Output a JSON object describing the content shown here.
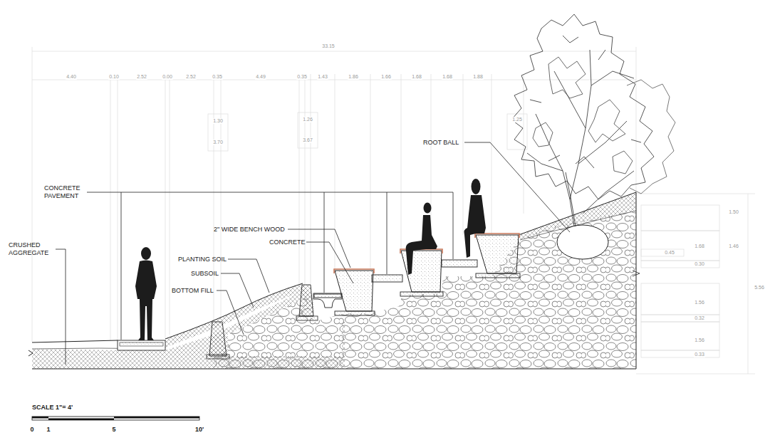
{
  "diagram": {
    "labels": [
      "CONCRETE PAVEMENT",
      "CRUSHED AGGREGATE",
      "2\" WIDE BENCH WOOD",
      "CONCRETE",
      "PLANTING SOIL",
      "SUBSOIL",
      "BOTTOM FILL",
      "ROOT BALL",
      "SCALE 1\"= 4'",
      "0",
      "1",
      "5",
      "10'",
      "33.15",
      "4.40",
      "0.10",
      "2.52",
      "0.00",
      "2.52",
      "0.35",
      "4.49",
      "0.35",
      "1.43",
      "1.86",
      "1.66",
      "1.68",
      "1.68",
      "1.88",
      "1.30",
      "3.70",
      "1.26",
      "3.67",
      "1.25",
      "1.50",
      "1.68",
      "1.46",
      "0.45",
      "0.30",
      "5.56",
      "1.56",
      "0.32",
      "1.56",
      "0.33"
    ]
  }
}
